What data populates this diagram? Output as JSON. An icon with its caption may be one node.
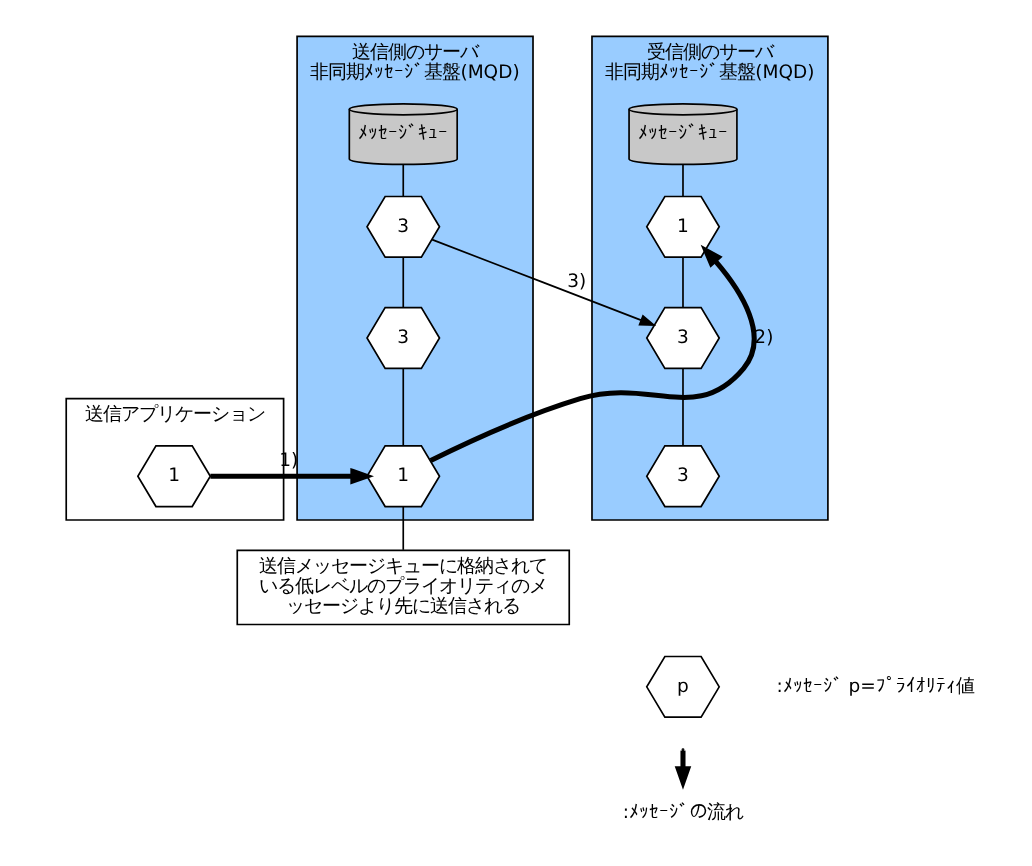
{
  "diagram": {
    "nodes": [
      {
        "text": [
          "送信アプリケーション"
        ]
      },
      {
        "text": [
          "1"
        ],
        "in": 0
      },
      {
        "text": [
          "送信側のサーバ",
          "非同期ﾒｯｾｰｼﾞ基盤(MQD)"
        ]
      },
      {
        "text": [
          "ﾒｯｾｰｼﾞｷｭｰ"
        ],
        "in": 2
      },
      {
        "text": [
          "3"
        ],
        "in": 2
      },
      {
        "text": [
          "3"
        ],
        "in": 2
      },
      {
        "text": [
          "1"
        ],
        "in": 2
      },
      {
        "text": [
          "受信側のサーバ",
          "非同期ﾒｯｾｰｼﾞ基盤(MQD)"
        ]
      },
      {
        "text": [
          "ﾒｯｾｰｼﾞｷｭｰ"
        ],
        "in": 7
      },
      {
        "text": [
          "1"
        ],
        "in": 7
      },
      {
        "text": [
          "3"
        ],
        "in": 7
      },
      {
        "text": [
          "3"
        ],
        "in": 7
      },
      {
        "text": [
          "送信メッセージキューに格納されている低レベルのプライオリティのメッセージより先に送信される"
        ]
      },
      {
        "text": [
          "p"
        ],
        "beside": [
          ":ﾒｯｾｰｼﾞ p=ﾌﾟﾗｲｵﾘﾃｨ値"
        ]
      }
    ],
    "edges": [
      {
        "from": 1,
        "to": 6,
        "arrow": "to",
        "label": "1)",
        "style": "thick"
      },
      {
        "from": 6,
        "to": 9,
        "arrow": "to",
        "label": "2)",
        "style": "thick"
      },
      {
        "from": 4,
        "to": 10,
        "arrow": "to",
        "label": "3)"
      },
      {
        "from": 3,
        "to": 4,
        "arrow": "none"
      },
      {
        "from": 4,
        "to": 5,
        "arrow": "none"
      },
      {
        "from": 5,
        "to": 6,
        "arrow": "none"
      },
      {
        "from": 8,
        "to": 9,
        "arrow": "none"
      },
      {
        "from": 9,
        "to": 10,
        "arrow": "none"
      },
      {
        "from": 10,
        "to": 11,
        "arrow": "none"
      },
      {
        "from": 12,
        "to": 6,
        "arrow": "none"
      }
    ],
    "legend": [
      {
        "text": ":ﾒｯｾｰｼﾞの流れ"
      }
    ]
  }
}
